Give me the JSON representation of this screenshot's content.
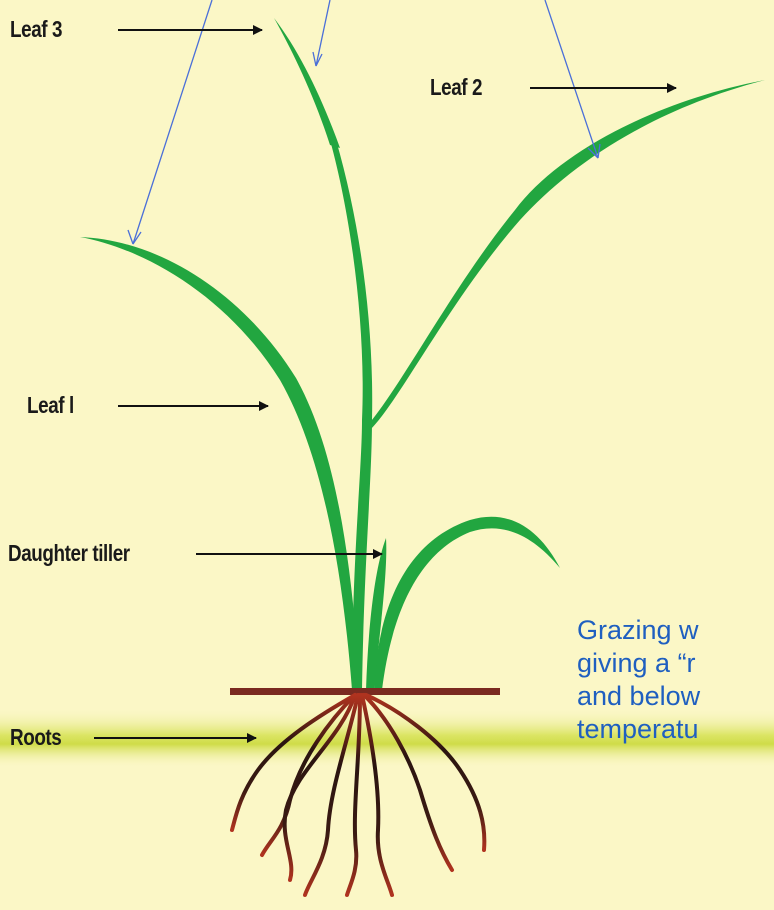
{
  "labels": {
    "leaf3": "Leaf 3",
    "leaf2": "Leaf 2",
    "leaf1": "Leaf l",
    "daughter_tiller": "Daughter tiller",
    "roots": "Roots"
  },
  "note": {
    "line1": "Grazing w",
    "line2": "giving a “r",
    "line3": "and below",
    "line4": "temperatu"
  },
  "colors": {
    "background": "#fbf7c6",
    "leaf": "#22a640",
    "soil_line": "#7a2a20",
    "root": "#b0331f",
    "root_dark": "#2a1410",
    "soil_band": "#d8e35a",
    "note_text": "#1f5fc0",
    "pointer_line": "#4a6fd8",
    "label_text": "#1a1a1a"
  }
}
